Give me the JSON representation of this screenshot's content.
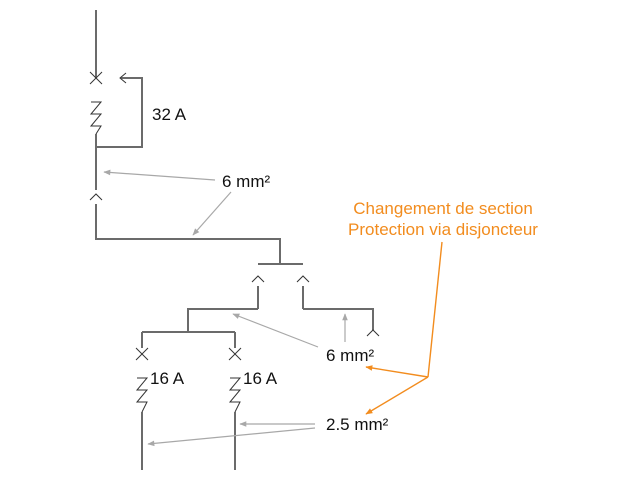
{
  "diagram": {
    "type": "electrical-single-line",
    "colors": {
      "wire": "#6b6b6b",
      "symbol": "#333333",
      "leader_gray": "#a8a8a8",
      "annotation_orange": "#f28c1e",
      "text": "#111111"
    },
    "labels": {
      "main_breaker_rating": "32 A",
      "section_upper": "6 mm²",
      "section_middle": "6 mm²",
      "section_lower": "2.5 mm²",
      "branch_breaker_1_rating": "16 A",
      "branch_breaker_2_rating": "16 A"
    },
    "annotation": {
      "line1": "Changement de section",
      "line2": "Protection via disjoncteur"
    },
    "components": [
      {
        "id": "main-breaker",
        "kind": "circuit-breaker",
        "rating": "32 A"
      },
      {
        "id": "junction-1",
        "kind": "connector"
      },
      {
        "id": "junction-2a",
        "kind": "connector"
      },
      {
        "id": "junction-2b",
        "kind": "connector"
      },
      {
        "id": "junction-3",
        "kind": "connector"
      },
      {
        "id": "branch-breaker-1",
        "kind": "circuit-breaker",
        "rating": "16 A"
      },
      {
        "id": "branch-breaker-2",
        "kind": "circuit-breaker",
        "rating": "16 A"
      }
    ]
  }
}
